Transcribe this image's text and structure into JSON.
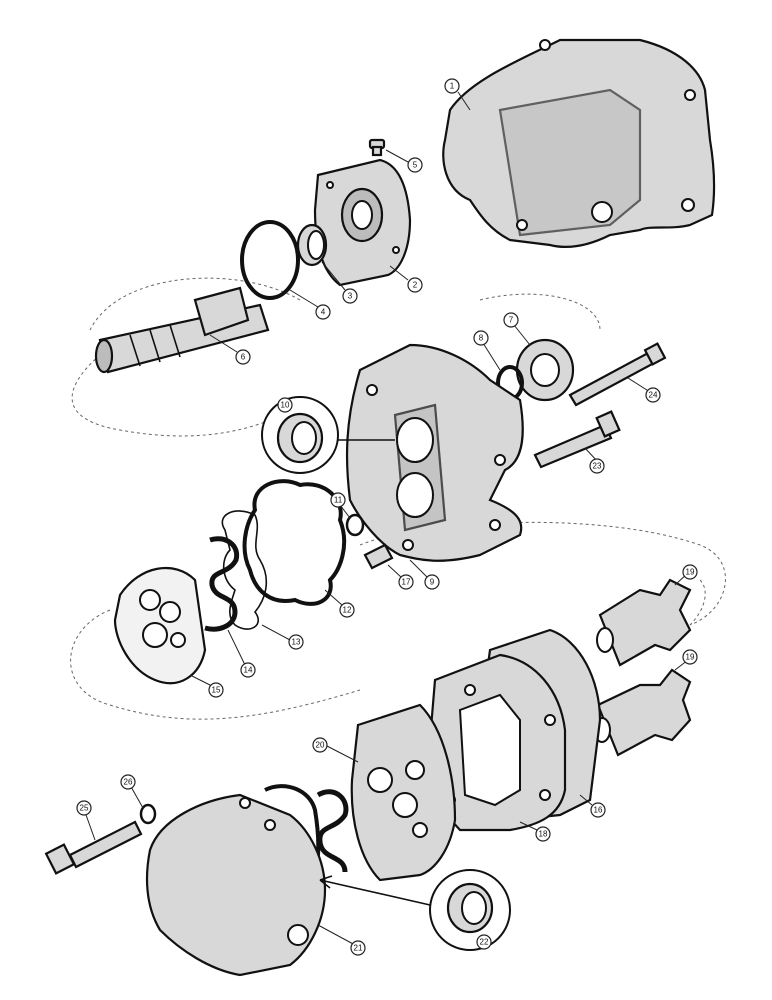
{
  "callouts": [
    {
      "id": "p1",
      "label": "1"
    },
    {
      "id": "p2",
      "label": "2"
    },
    {
      "id": "p3",
      "label": "3"
    },
    {
      "id": "p4",
      "label": "4"
    },
    {
      "id": "p5",
      "label": "5"
    },
    {
      "id": "p6",
      "label": "6"
    },
    {
      "id": "p7",
      "label": "7"
    },
    {
      "id": "p8",
      "label": "8"
    },
    {
      "id": "p9",
      "label": "9"
    },
    {
      "id": "p10",
      "label": "10"
    },
    {
      "id": "p11",
      "label": "11"
    },
    {
      "id": "p12",
      "label": "12"
    },
    {
      "id": "p13",
      "label": "13"
    },
    {
      "id": "p14",
      "label": "14"
    },
    {
      "id": "p15",
      "label": "15"
    },
    {
      "id": "p16",
      "label": "16"
    },
    {
      "id": "p17",
      "label": "17"
    },
    {
      "id": "p18",
      "label": "18"
    },
    {
      "id": "p19a",
      "label": "19"
    },
    {
      "id": "p19b",
      "label": "19"
    },
    {
      "id": "p20",
      "label": "20"
    },
    {
      "id": "p21",
      "label": "21"
    },
    {
      "id": "p22",
      "label": "22"
    },
    {
      "id": "p23",
      "label": "23"
    },
    {
      "id": "p24",
      "label": "24"
    },
    {
      "id": "p25",
      "label": "25"
    },
    {
      "id": "p26",
      "label": "26"
    }
  ]
}
